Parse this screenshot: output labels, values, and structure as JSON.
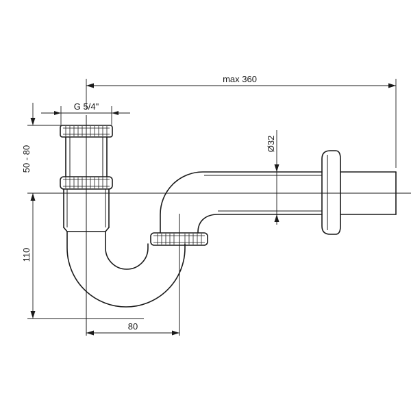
{
  "dimensions": {
    "max_length": "max 360",
    "thread": "G 5/4\"",
    "diameter": "Ø32",
    "height_range": "50 - 80",
    "drop": "110",
    "offset": "80"
  }
}
